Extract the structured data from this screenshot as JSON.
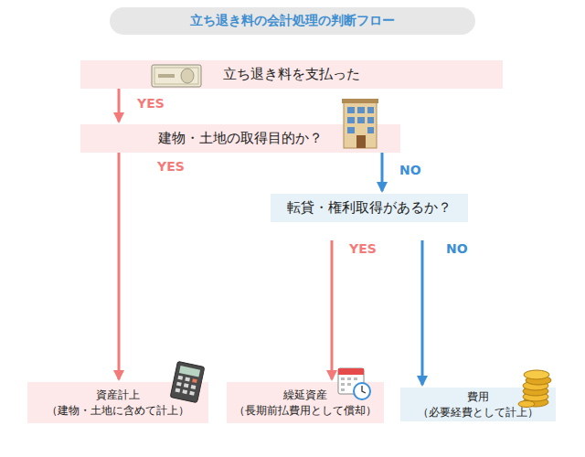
{
  "diagram": {
    "title": "立ち退き料の会計処理の判断フロー",
    "nodes": [
      {
        "text": [
          "立ち退き料を支払った"
        ]
      },
      {
        "text": [
          "建物・土地の取得目的か？"
        ]
      },
      {
        "text": [
          "転貸・権利取得があるか？"
        ]
      },
      {
        "text": [
          "資産計上",
          "（建物・土地に含めて計上）"
        ]
      },
      {
        "text": [
          "繰延資産",
          "（長期前払費用として償却）"
        ]
      },
      {
        "text": [
          "費用",
          "（必要経費として計上）"
        ]
      }
    ],
    "edges": [
      {
        "from": 0,
        "to": 1,
        "label": "YES",
        "arrow": "to"
      },
      {
        "from": 1,
        "to": 3,
        "label": "YES",
        "arrow": "to"
      },
      {
        "from": 1,
        "to": 2,
        "label": "NO",
        "arrow": "to"
      },
      {
        "from": 2,
        "to": 4,
        "label": "YES",
        "arrow": "to"
      },
      {
        "from": 2,
        "to": 5,
        "label": "NO",
        "arrow": "to"
      }
    ]
  }
}
